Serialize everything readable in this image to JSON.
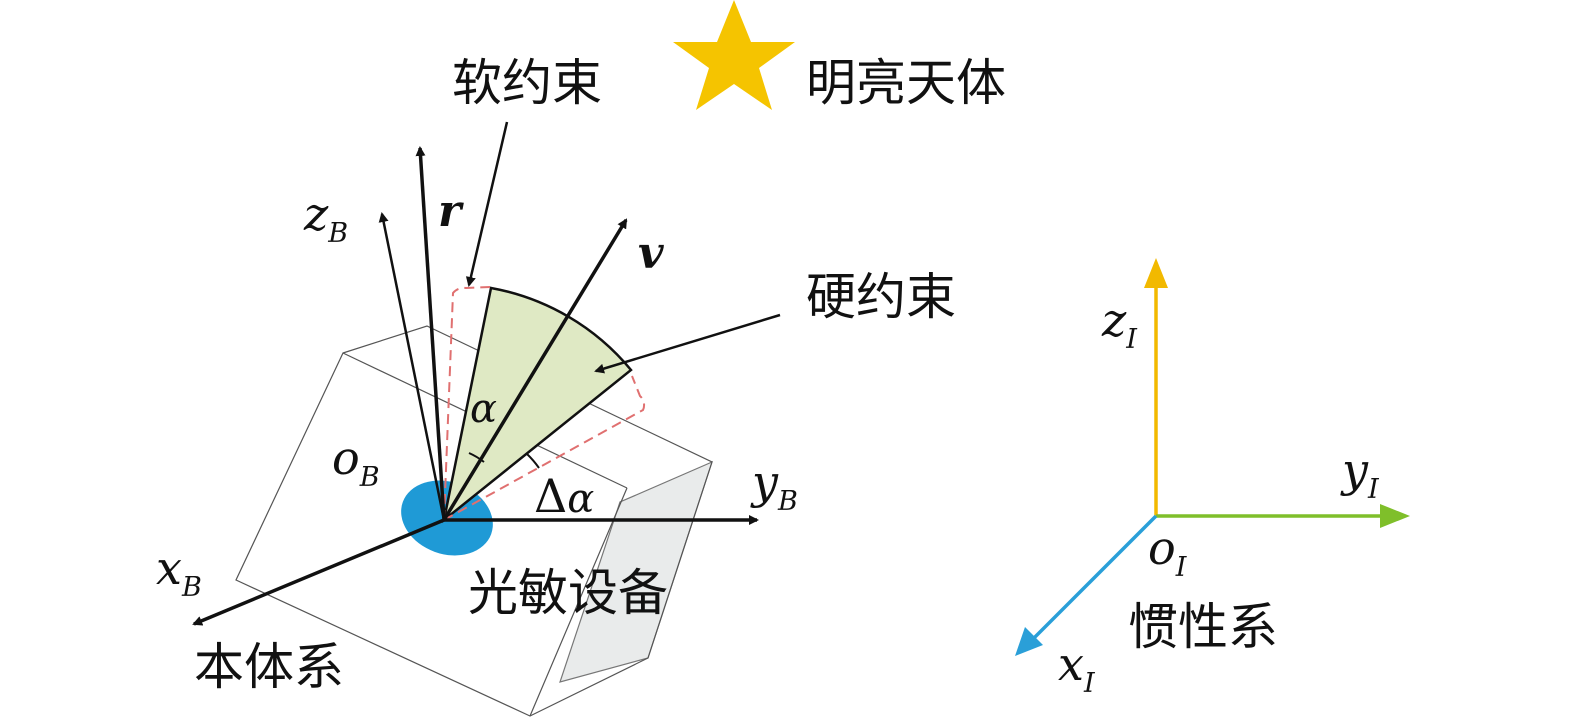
{
  "labels": {
    "soft_constraint": "软约束",
    "bright_body": "明亮天体",
    "hard_constraint": "硬约束",
    "photosensitive_device": "光敏设备",
    "body_frame": "本体系",
    "inertial_frame": "惯性系"
  },
  "axes": {
    "body": {
      "z": "z",
      "z_sub": "B",
      "y": "y",
      "y_sub": "B",
      "x": "x",
      "x_sub": "B",
      "o": "o",
      "o_sub": "B"
    },
    "inertial": {
      "z": "z",
      "z_sub": "I",
      "y": "y",
      "y_sub": "I",
      "x": "x",
      "x_sub": "I",
      "o": "o",
      "o_sub": "I"
    }
  },
  "vectors": {
    "r": "r",
    "v": "v"
  },
  "angles": {
    "alpha": "α",
    "delta": "Δ",
    "delta_alpha": "α"
  },
  "colors": {
    "star": "#f5c400",
    "device": "#1f9ad6",
    "cone_fill": "#dfe9c4",
    "soft_dash": "#e07070",
    "inertial_z": "#f2b900",
    "inertial_y": "#7fbf2a",
    "inertial_x": "#2a9fd8",
    "box_side": "#e9ebeb"
  },
  "icons": {
    "bright_body": "star-icon"
  }
}
